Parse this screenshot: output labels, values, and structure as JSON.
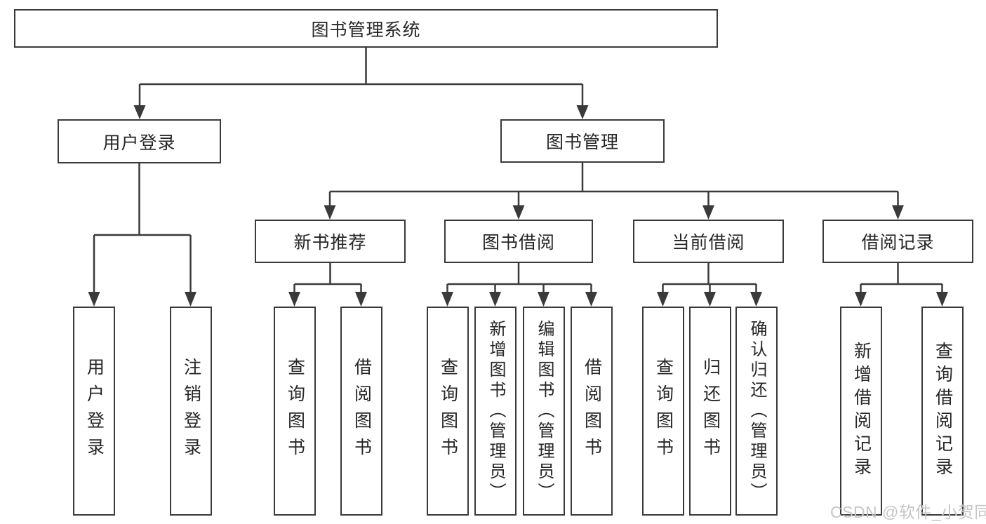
{
  "diagram": {
    "type": "hierarchy-tree",
    "root": {
      "label": "图书管理系统",
      "children": [
        {
          "label": "用户登录",
          "children": [
            {
              "label": "用户登录"
            },
            {
              "label": "注销登录"
            }
          ]
        },
        {
          "label": "图书管理",
          "children": [
            {
              "label": "新书推荐",
              "children": [
                {
                  "label": "查询图书"
                },
                {
                  "label": "借阅图书"
                }
              ]
            },
            {
              "label": "图书借阅",
              "children": [
                {
                  "label": "查询图书"
                },
                {
                  "label": "新增图书（管理员）"
                },
                {
                  "label": "编辑图书（管理员）"
                },
                {
                  "label": "借阅图书"
                }
              ]
            },
            {
              "label": "当前借阅",
              "children": [
                {
                  "label": "查询图书"
                },
                {
                  "label": "归还图书"
                },
                {
                  "label": "确认归还（管理员）"
                }
              ]
            },
            {
              "label": "借阅记录",
              "children": [
                {
                  "label": "新增借阅记录"
                },
                {
                  "label": "查询借阅记录"
                }
              ]
            }
          ]
        }
      ]
    }
  },
  "watermark": "CSDN @软件_小贺同学",
  "colors": {
    "line": "#3a3a3a",
    "text": "#262626",
    "watermark": "#c6c6c6",
    "background": "#ffffff"
  }
}
